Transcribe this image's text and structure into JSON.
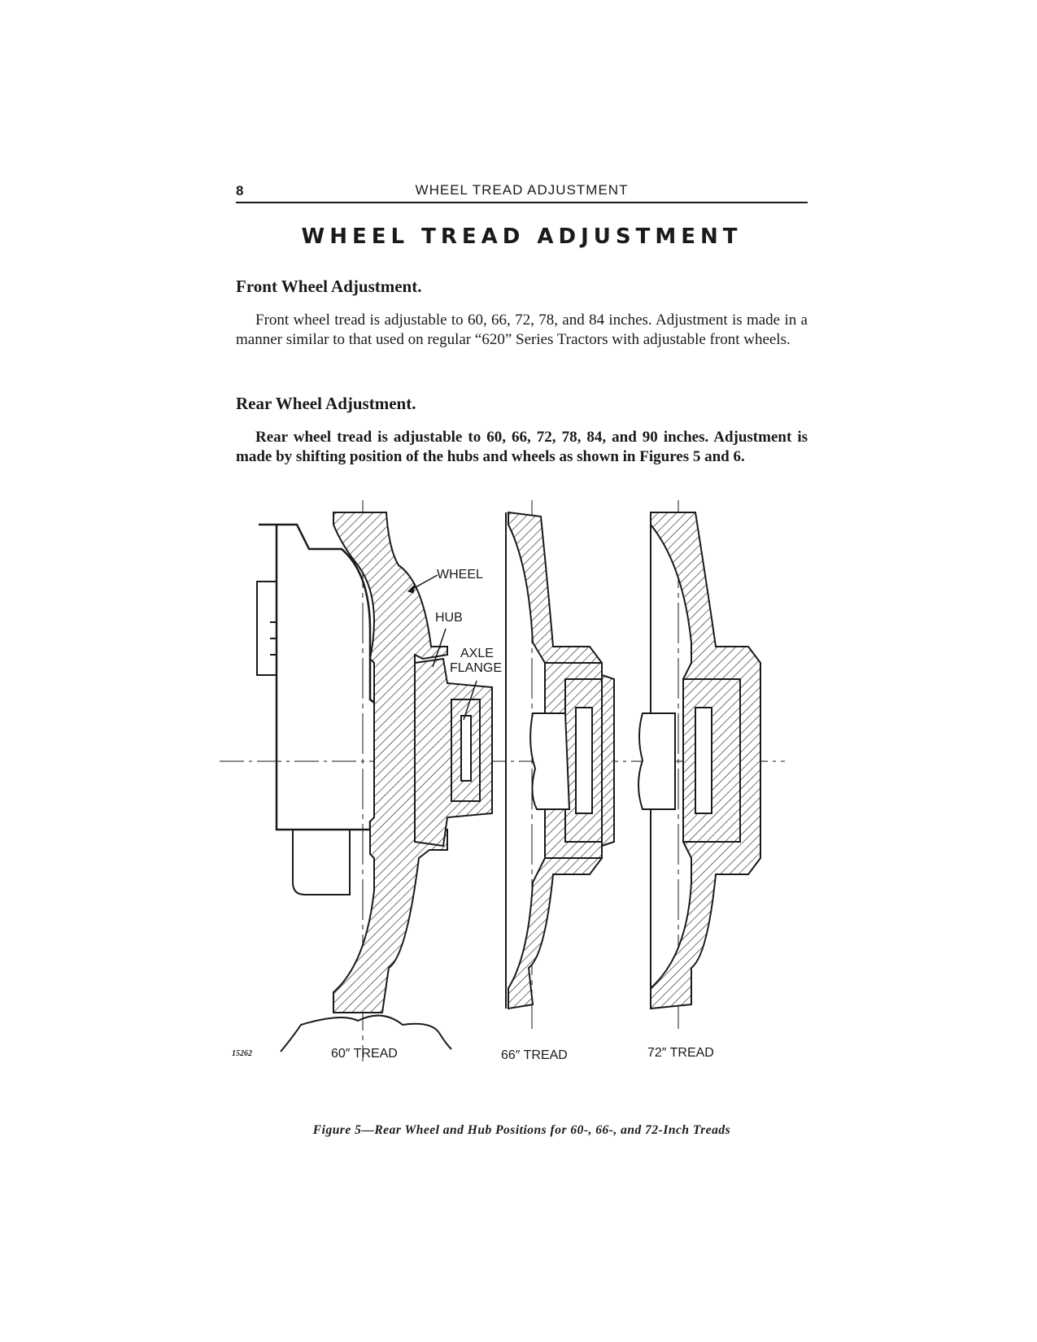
{
  "running_head": {
    "page_number": "8",
    "title": "WHEEL TREAD ADJUSTMENT"
  },
  "page_title": "WHEEL TREAD ADJUSTMENT",
  "front_section": {
    "heading": "Front Wheel Adjustment.",
    "body": "Front wheel tread is adjustable to 60, 66, 72, 78, and 84 inches. Adjustment is made in a manner similar to that used on regular “620” Series Tractors with adjustable front wheels."
  },
  "rear_section": {
    "heading": "Rear Wheel Adjustment.",
    "body": "Rear wheel tread is adjustable to 60, 66, 72, 78, 84, and 90 inches. Adjustment is made by shifting position of the hubs and wheels as shown in Figures 5 and 6."
  },
  "figure": {
    "number_label": "15262",
    "callouts": {
      "wheel": "WHEEL",
      "hub": "HUB",
      "axle_line1": "AXLE",
      "axle_line2": "FLANGE"
    },
    "tread_labels": [
      "60″ TREAD",
      "66″ TREAD",
      "72″ TREAD"
    ],
    "caption": "Figure 5—Rear Wheel and Hub Positions for 60-, 66-, and 72-Inch Treads"
  }
}
